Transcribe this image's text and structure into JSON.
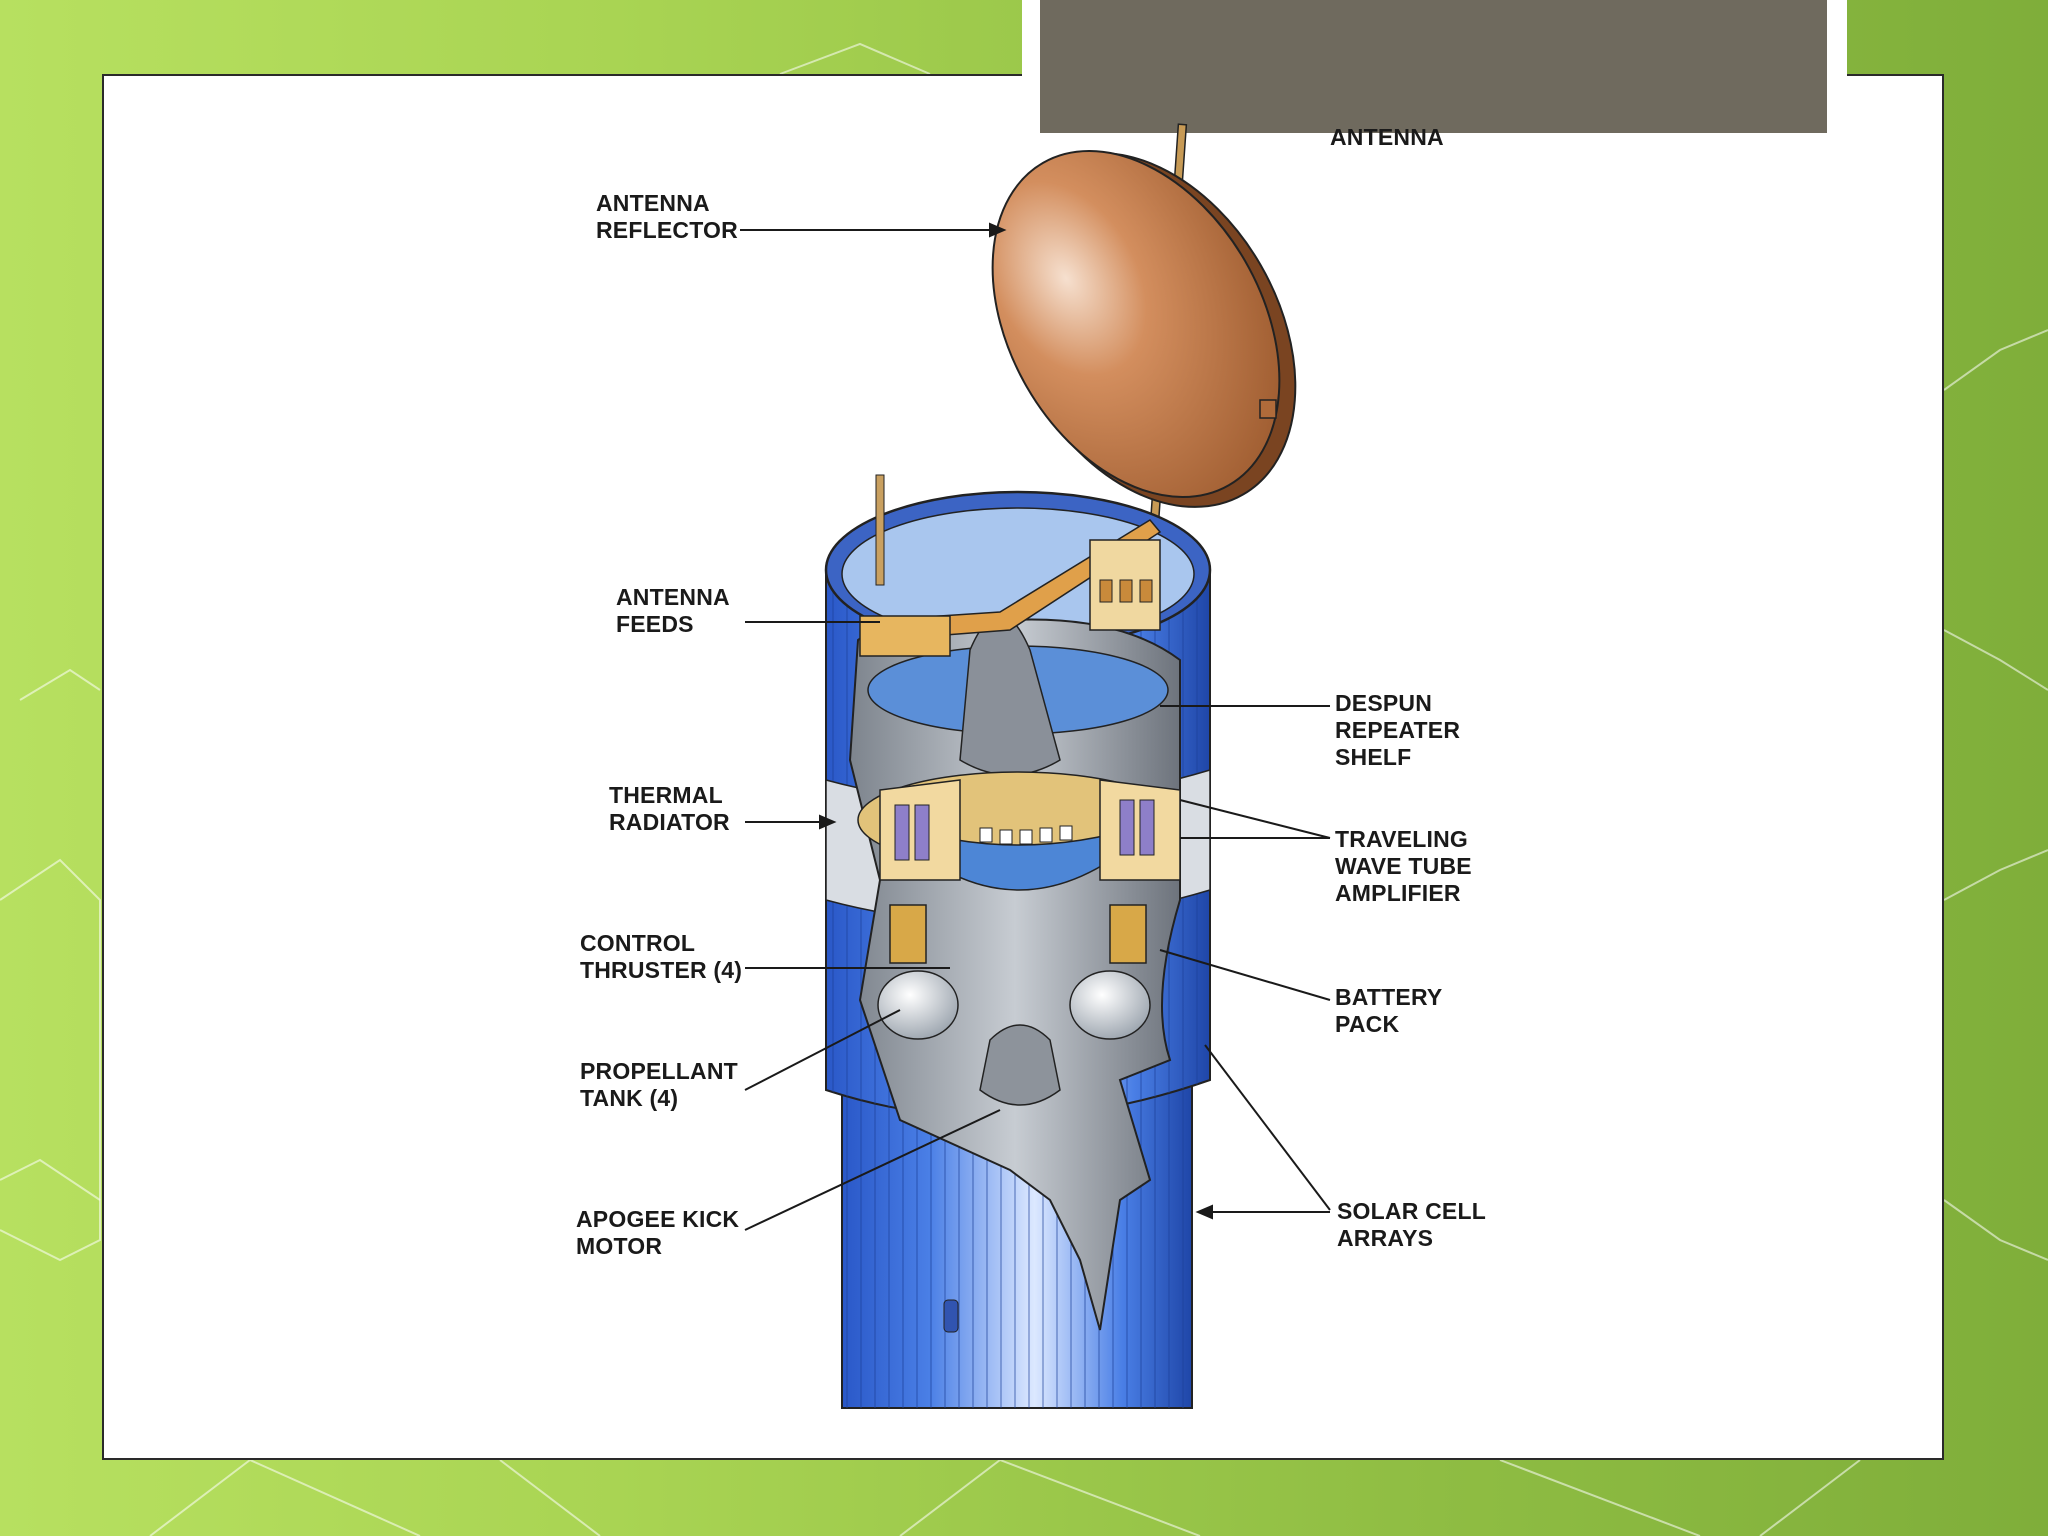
{
  "slide": {
    "title_text": "",
    "theme_color": "#9acb4a",
    "title_bar_color": "#6f6a5e"
  },
  "diagram": {
    "labels": {
      "antenna_top": "ANTENNA",
      "antenna_reflector": [
        "ANTENNA",
        "REFLECTOR"
      ],
      "antenna_feeds": [
        "ANTENNA",
        "FEEDS"
      ],
      "thermal_radiator": [
        "THERMAL",
        "RADIATOR"
      ],
      "control_thruster": [
        "CONTROL",
        "THRUSTER (4)"
      ],
      "propellant_tank": [
        "PROPELLANT",
        "TANK (4)"
      ],
      "apogee_kick_motor": [
        "APOGEE KICK",
        "MOTOR"
      ],
      "despun_repeater_shelf": [
        "DESPUN",
        "REPEATER",
        "SHELF"
      ],
      "traveling_wave_tube_amplifier": [
        "TRAVELING",
        "WAVE TUBE",
        "AMPLIFIER"
      ],
      "battery_pack": [
        "BATTERY",
        "PACK"
      ],
      "solar_cell_arrays": [
        "SOLAR CELL",
        "ARRAYS"
      ]
    },
    "colors": {
      "reflector": "#c47a45",
      "body_blue": "#3d6fd8",
      "interior_gray": "#9aa0a8",
      "gold": "#d9a84a"
    }
  }
}
